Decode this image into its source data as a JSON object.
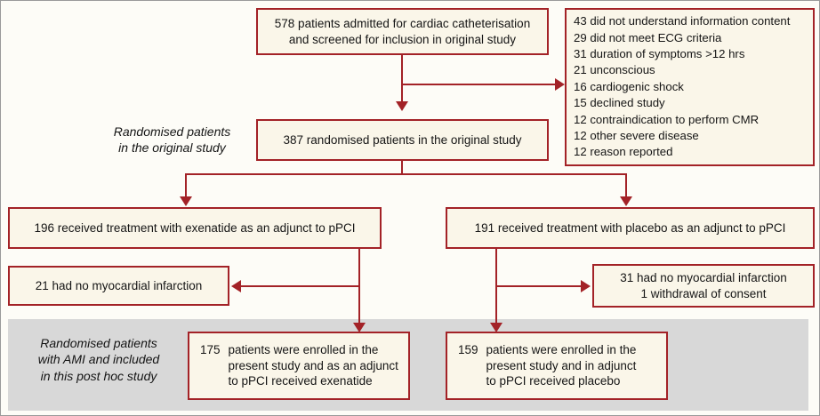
{
  "figure": {
    "type": "consort-flow-diagram",
    "colors": {
      "box_border": "#a32227",
      "box_fill": "#faf6e9",
      "connector": "#a32227",
      "band_background": "#d8d8d8",
      "page_background": "#fdfcf7"
    }
  },
  "boxes": {
    "screened": {
      "line1": "578 patients admitted for cardiac catheterisation",
      "line2": "and screened for inclusion in original study"
    },
    "randomised": {
      "text": "387 randomised patients in the original study"
    },
    "exclusions": {
      "items": [
        "43 did not understand information content",
        "29 did not meet ECG criteria",
        "31 duration of symptoms >12 hrs",
        "21 unconscious",
        "16 cardiogenic shock",
        "15 declined study",
        "12 contraindication to perform CMR",
        "12 other severe disease",
        "12 reason reported"
      ]
    },
    "exenatide_arm": {
      "text": "196 received treatment with exenatide as an adjunct to pPCI"
    },
    "placebo_arm": {
      "text": "191 received treatment with placebo as an adjunct to pPCI"
    },
    "exenatide_excluded": {
      "text": "21 had no myocardial infarction"
    },
    "placebo_excluded": {
      "line1": "31 had no myocardial infarction",
      "line2": "1 withdrawal of consent"
    },
    "exenatide_final": {
      "number": "175",
      "line1": "patients were enrolled in the",
      "line2": "present study and as an adjunct",
      "line3": "to pPCI received exenatide"
    },
    "placebo_final": {
      "number": "159",
      "line1": "patients were enrolled in the",
      "line2": "present study and in adjunct",
      "line3": "to pPCI received placebo"
    }
  },
  "captions": {
    "original_study": {
      "line1": "Randomised patients",
      "line2": "in the original study"
    },
    "post_hoc_study": {
      "line1": "Randomised patients",
      "line2": "with AMI and included",
      "line3": "in this post hoc study"
    }
  }
}
